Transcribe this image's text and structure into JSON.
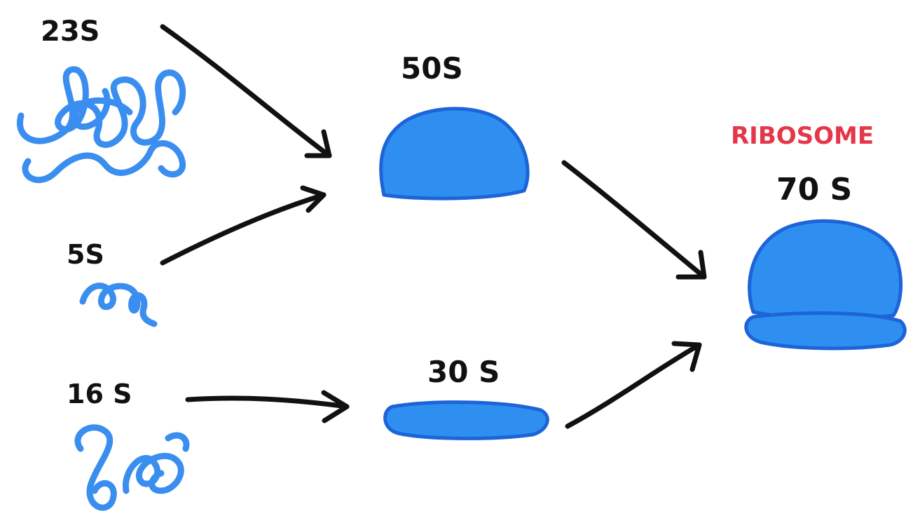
{
  "labels": {
    "rrna_23s": "23S",
    "rrna_5s": "5S",
    "rrna_16s": "16 S",
    "subunit_50s": "50S",
    "subunit_30s": "30 S",
    "ribosome_title": "RIBOSOME",
    "ribosome_70s": "70 S"
  },
  "colors": {
    "rna_scribble": "#3a8ef0",
    "subunit_fill": "#2e8ff0",
    "subunit_outline": "#1c64d8",
    "arrow": "#111111",
    "ribosome_title": "#e5364a"
  }
}
